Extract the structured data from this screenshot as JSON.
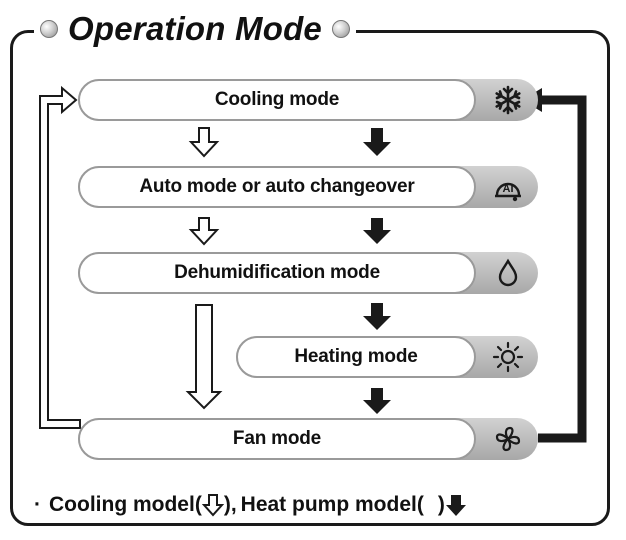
{
  "title": "Operation Mode",
  "modes": [
    {
      "label": "Cooling mode",
      "icon": "snowflake-icon"
    },
    {
      "label": "Auto mode or auto changeover",
      "icon": "auto-ai-icon"
    },
    {
      "label": "Dehumidification mode",
      "icon": "water-drop-icon"
    },
    {
      "label": "Heating mode",
      "icon": "sun-icon"
    },
    {
      "label": "Fan mode",
      "icon": "fan-icon"
    }
  ],
  "legend": {
    "bullet": "·",
    "cooling_text": "Cooling model(",
    "separator": "), ",
    "heatpump_text": "Heat pump model(",
    "close": ")"
  },
  "colors": {
    "outline": "#1a1a1a",
    "cooling_arrow": "#ffffff",
    "heatpump_arrow": "#1a1a1a",
    "row_shade": "#a8a8a8"
  }
}
